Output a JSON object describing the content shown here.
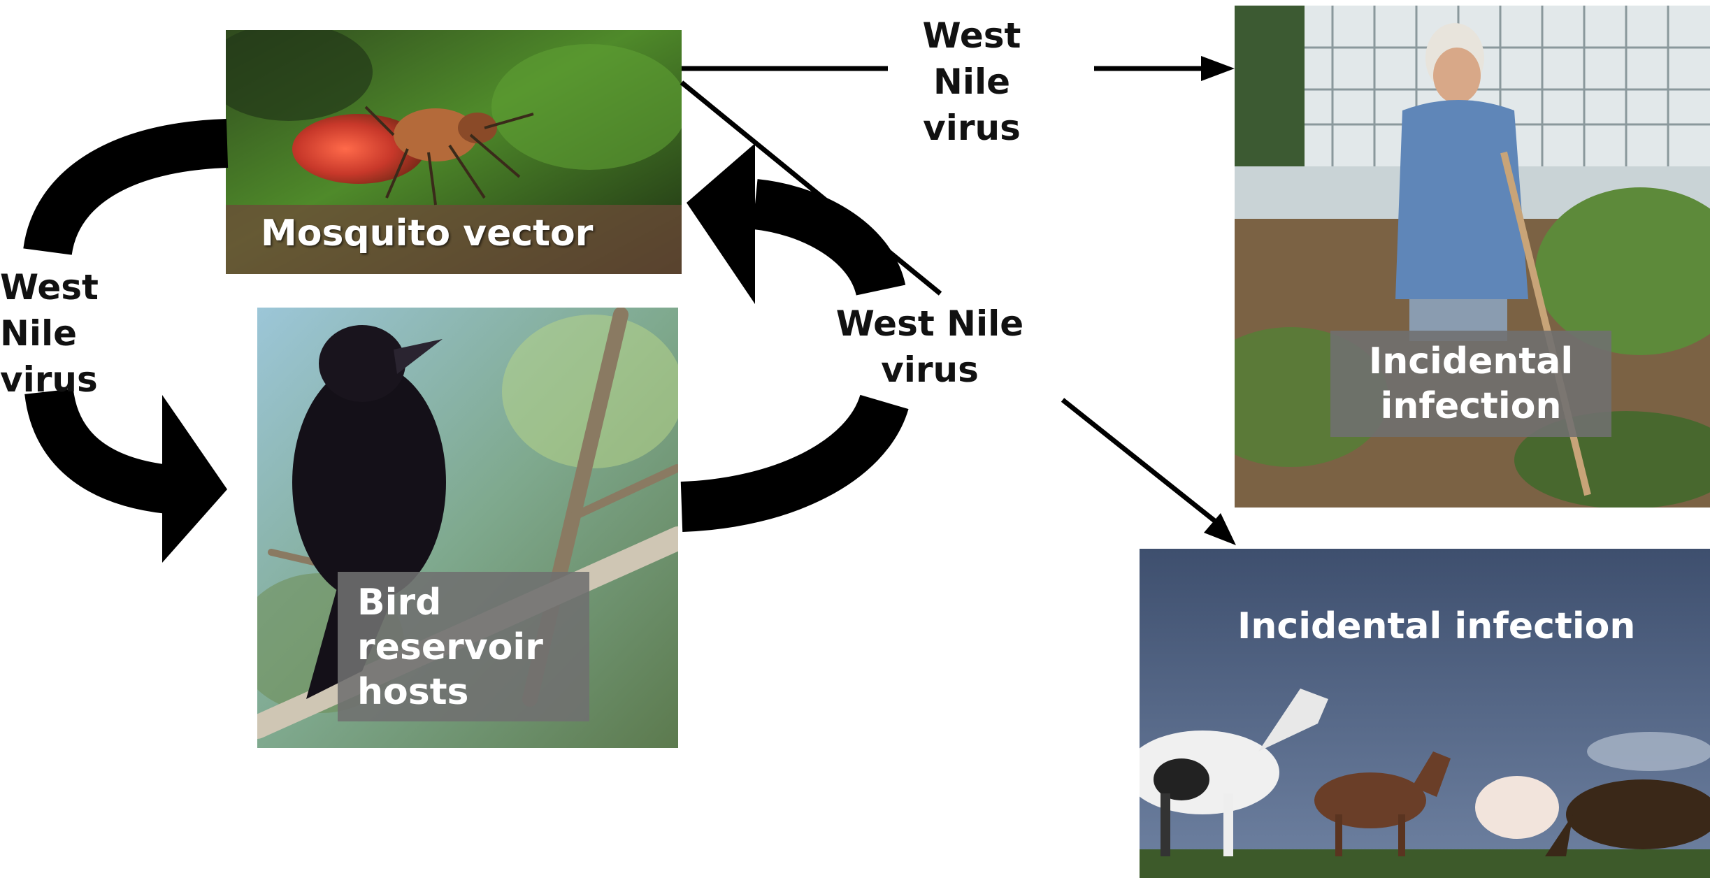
{
  "panels": {
    "mosquito": {
      "label": "Mosquito vector"
    },
    "bird": {
      "caption": "Bird\nreservoir\nhosts"
    },
    "human": {
      "caption": "Incidental\ninfection"
    },
    "horses": {
      "label": "Incidental infection"
    }
  },
  "virus_labels": {
    "top_right": "West\nNile\nvirus",
    "left": "West\nNile\nvirus",
    "middle": "West Nile\nvirus"
  },
  "colors": {
    "arrow": "#000000",
    "caption_box": "#707070",
    "text_on_photo": "#ffffff"
  }
}
